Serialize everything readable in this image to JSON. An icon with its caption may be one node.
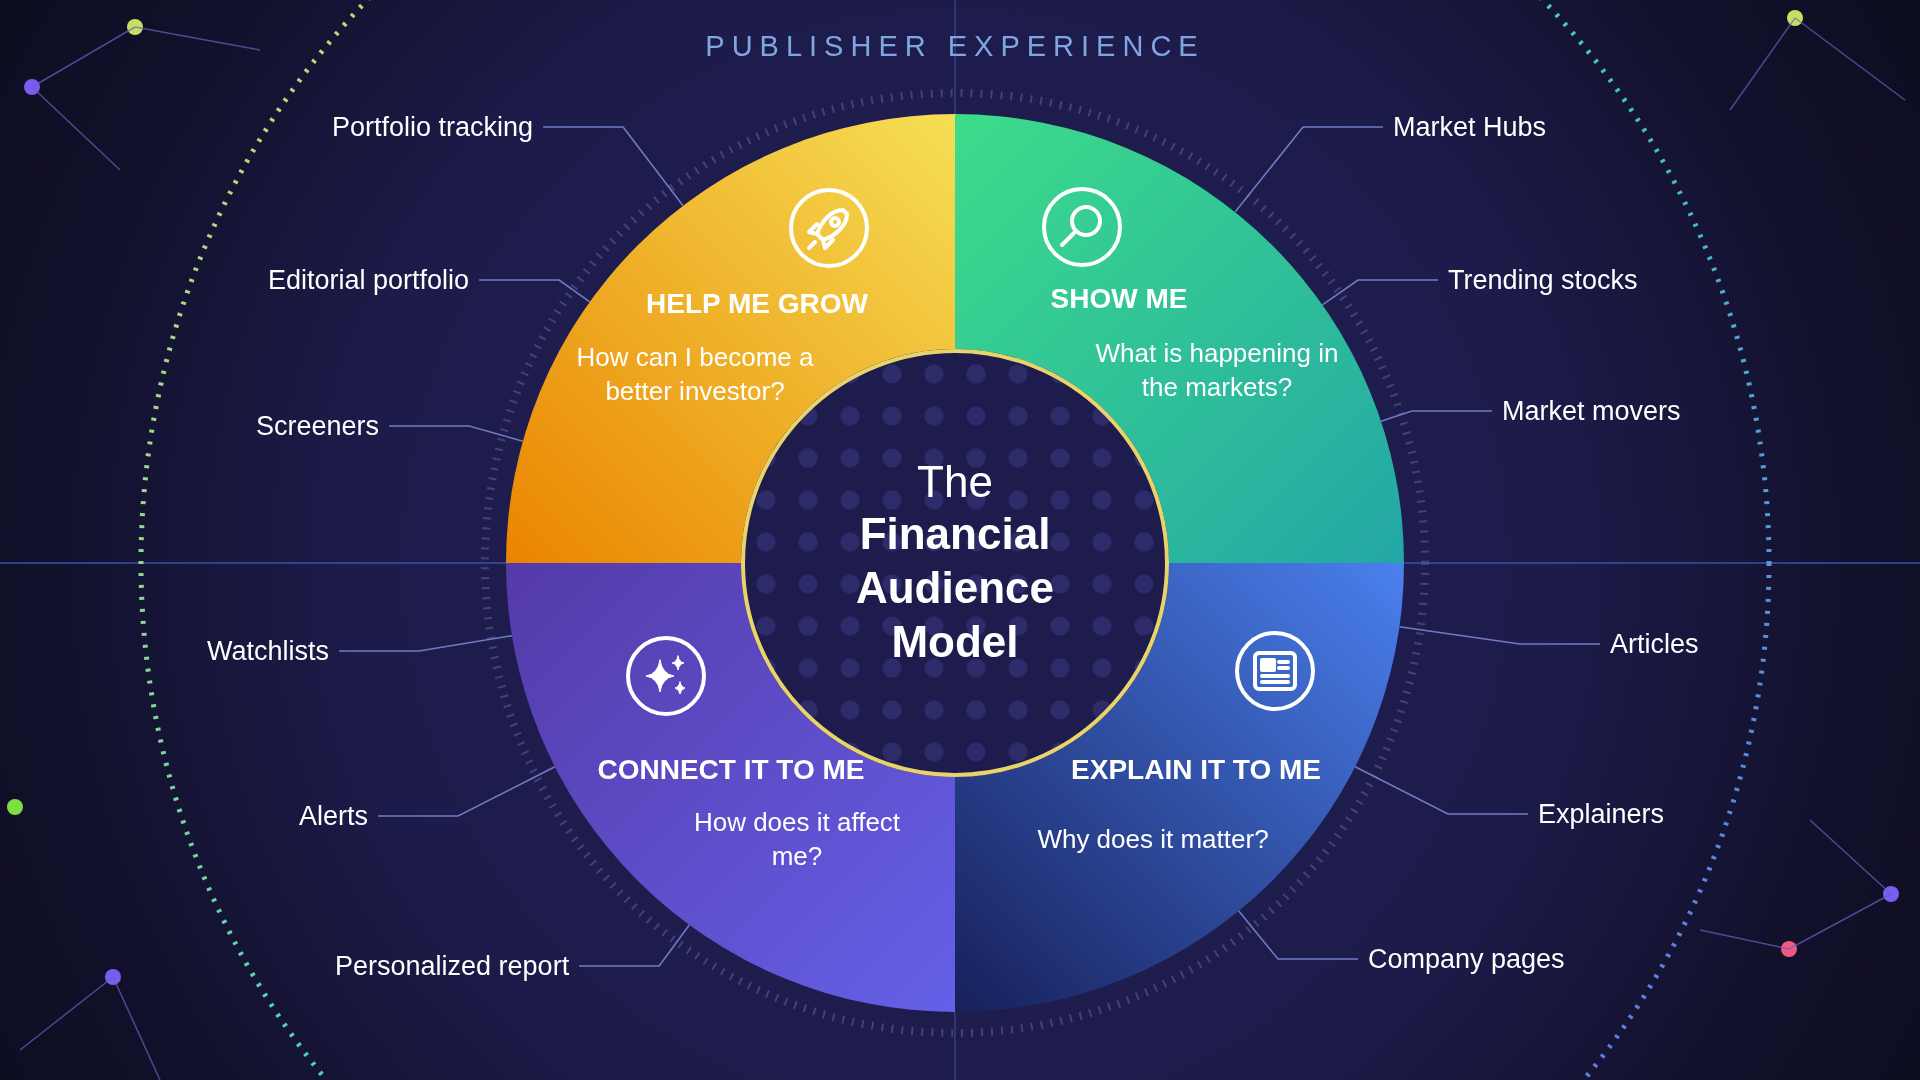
{
  "diagram": {
    "title": "PUBLISHER EXPERIENCE",
    "nodes": [
      {
        "text": [
          "HELP ME GROW",
          "How can I become a better investor?"
        ]
      },
      {
        "text": [
          "SHOW ME",
          "What is happening in the markets?"
        ]
      },
      {
        "text": [
          "CONNECT IT TO ME",
          "How does it affect me?"
        ]
      },
      {
        "text": [
          "EXPLAIN IT TO ME",
          "Why does it matter?"
        ]
      },
      {
        "text": [
          "The",
          "Financial Audience Model"
        ]
      },
      {
        "text": [
          "Portfolio tracking"
        ]
      },
      {
        "text": [
          "Market Hubs"
        ]
      },
      {
        "text": [
          "Editorial portfolio"
        ]
      },
      {
        "text": [
          "Trending stocks"
        ]
      },
      {
        "text": [
          "Market movers"
        ]
      },
      {
        "text": [
          "Screeners"
        ]
      },
      {
        "text": [
          "Articles"
        ]
      },
      {
        "text": [
          "Watchlists"
        ]
      },
      {
        "text": [
          "Alerts"
        ]
      },
      {
        "text": [
          "Explainers"
        ]
      },
      {
        "text": [
          "Company pages"
        ]
      },
      {
        "text": [
          "Personalized report"
        ]
      }
    ],
    "edges": [
      {
        "from": 5,
        "to": 0,
        "arrow": "none"
      },
      {
        "from": 6,
        "to": 1,
        "arrow": "none"
      },
      {
        "from": 7,
        "to": 0,
        "arrow": "none"
      },
      {
        "from": 8,
        "to": 1,
        "arrow": "none"
      },
      {
        "from": 9,
        "to": 1,
        "arrow": "none"
      },
      {
        "from": 10,
        "to": 0,
        "arrow": "none"
      },
      {
        "from": 11,
        "to": 3,
        "arrow": "none"
      },
      {
        "from": 12,
        "to": 2,
        "arrow": "none"
      },
      {
        "from": 13,
        "to": 2,
        "arrow": "none"
      },
      {
        "from": 14,
        "to": 3,
        "arrow": "none"
      },
      {
        "from": 15,
        "to": 3,
        "arrow": "none"
      },
      {
        "from": 16,
        "to": 2,
        "arrow": "none"
      }
    ]
  }
}
